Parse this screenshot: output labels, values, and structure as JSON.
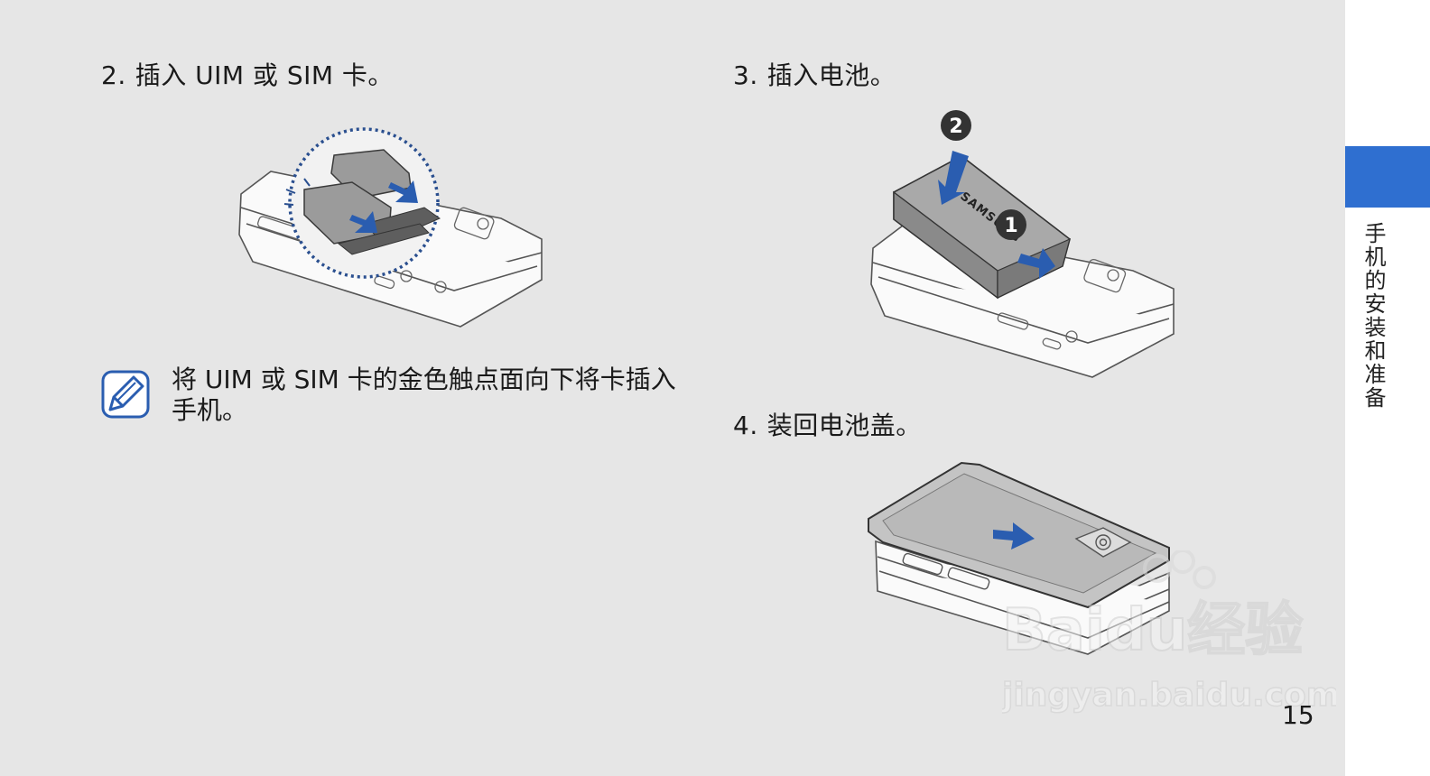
{
  "steps": [
    {
      "number": "2.",
      "text": "插入 UIM 或 SIM 卡。"
    },
    {
      "number": "3.",
      "text": "插入电池。"
    },
    {
      "number": "4.",
      "text": "装回电池盖。"
    }
  ],
  "note": {
    "icon": "note-pencil-icon",
    "text": "将 UIM 或 SIM 卡的金色触点面向下将卡插入手机。"
  },
  "battery_figure": {
    "brand_label": "SAMSUNG",
    "callouts": [
      "1",
      "2"
    ]
  },
  "sidebar": {
    "section_title": "手机的安装和准备",
    "accent_color": "#2f6fd0"
  },
  "page_number": "15",
  "watermark": {
    "logo_text": "Baidu经验",
    "url_text": "jingyan.baidu.com"
  },
  "colors": {
    "page_background": "#e6e6e6",
    "arrow_blue": "#2a5db0"
  }
}
